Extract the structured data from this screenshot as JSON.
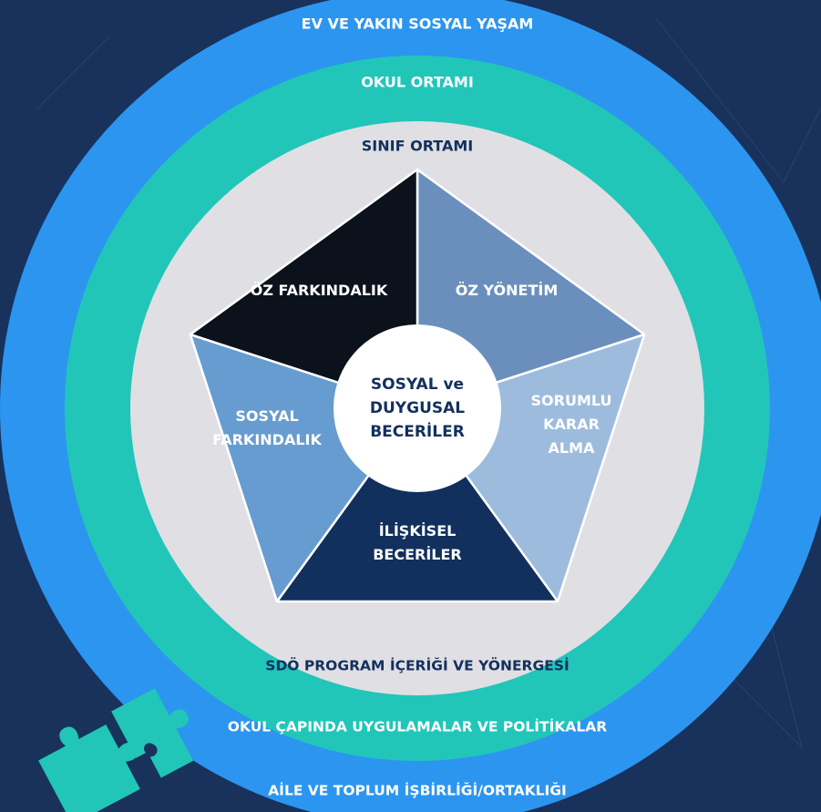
{
  "colors": {
    "background": "#18325c",
    "ring_outer": "#2c95f0",
    "ring_middle": "#21c6b9",
    "ring_inner": "#e0e0e4",
    "center": "#ffffff",
    "text_white": "#ffffff",
    "text_navy": "#13305e",
    "separator": "#ffffff"
  },
  "rings": {
    "outer": {
      "top_label": "EV VE YAKIN SOSYAL YAŞAM",
      "bottom_label": "AİLE VE TOPLUM İŞBİRLİĞİ/ORTAKLIĞI"
    },
    "middle": {
      "top_label": "OKUL ORTAMI",
      "bottom_label": "OKUL ÇAPINDA UYGULAMALAR VE POLİTİKALAR"
    },
    "inner": {
      "top_label": "SINIF ORTAMI",
      "bottom_label": "SDÖ PROGRAM İÇERİĞİ VE YÖNERGESİ"
    }
  },
  "segments": [
    {
      "lines": [
        "ÖZ YÖNETİM"
      ],
      "color": "#6b8fbd"
    },
    {
      "lines": [
        "SORUMLU",
        "KARAR",
        "ALMA"
      ],
      "color": "#9dbcdd"
    },
    {
      "lines": [
        "İLİŞKİSEL",
        "BECERİLER"
      ],
      "color": "#12305d"
    },
    {
      "lines": [
        "SOSYAL",
        "FARKINDALIK"
      ],
      "color": "#679cd0"
    },
    {
      "lines": [
        "ÖZ FARKINDALIK"
      ],
      "color": "#0b121c"
    }
  ],
  "center": {
    "lines": [
      "SOSYAL ve",
      "DUYGUSAL",
      "BECERİLER"
    ]
  },
  "decoration": {
    "puzzle_icon_color": "#21c6b9"
  }
}
